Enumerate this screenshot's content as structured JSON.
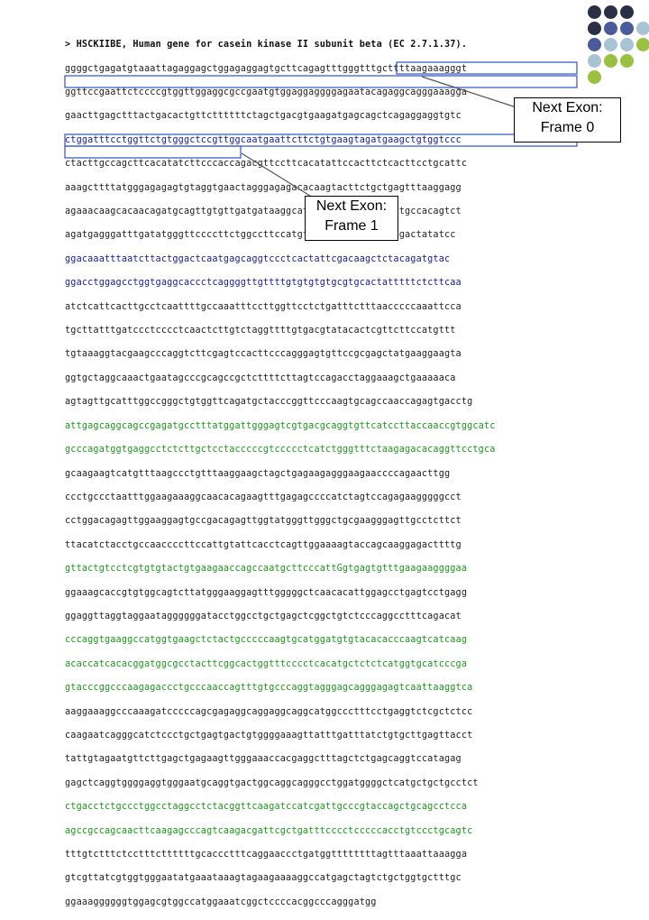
{
  "header": "> HSCKIIBE, Human gene for casein kinase II subunit beta (EC 2.7.1.37).",
  "sequence_lines": [
    "ggggctgagatgtaaattagaggagctggagaggagtgcttcagagtttgggtttgcttttaagaaagggt",
    "ggttccgaattctccccgtggttggaggcgccgaatgtggaggaggggagaatacagaggcagggaaagga",
    "gaacttgagctttactgacactgttcttttttctagctgacgtgaagatgagcagctcagaggaggtgtc",
    "ctggatttcctggttctgtgggctccgttggcaatgaattcttctgtgaagtagatgaagctgtggtccc",
    "ctacttgccagcttcacatatcttcccaccagacgttccttcacatattccacttctcacttcctgcattc",
    "aaagcttttatgggagagagtgtaggtgaactagggagagacacaagtacttctgctgagtttaaggagg",
    "agaaacaagcacaacagatgcagttgtgttgatgataaggcatcacttagagcaatttttgccacagtct",
    "agatgagggatttgatatgggttccccttctggccttccatgtcctgacaggtgatgaagactatatcc",
    "ggacaaatttaatcttactggactcaatgagcaggtccctcactattcgacaagctctacagatgtac",
    "ggacctggagcctggtgaggcaccctcaggggttgttttgtgtgtgtgcgtgcactatttttctcttcaa",
    "atctcattcacttgcctcaattttgccaaatttccttggttcctctgatttctttaacccccaaattcca",
    "tgcttatttgatccctcccctcaactcttgtctaggttttgtgacgtatacactcgttcttccatgttt",
    "tgtaaaggtacgaagcccaggtcttcgagtccacttcccagggagtgttccgcgagctatgaaggaagta",
    "ggtgctaggcaaactgaatagcccgcagccgctcttttcttagtccagacctaggaaagctgaaaaaca",
    "agtagttgcatttggccgggctgtggttcagatgctacccggttcccaagtgcagccaaccagagtgacctg",
    "attgagcaggcagccgagatgcctttatggattgggagtcgtgacgcaggtgttcatccttaccaaccgtggcatc",
    "gcccagatggtgaggcctctcttgctcctacccccgtccccctcatctgggtttctaagagacacaggttcctgca",
    "gcaagaagtcatgtttaagccctgtttaaggaagctagctgagaagagggaagaaccccagaacttgg",
    "ccctgccctaatttggaagaaaggcaacacagaagtttgagagccccatctagtccagagaagggggcct",
    "cctggacagagttggaaggagtgccgacagagttggtatgggttgggctgcgaagggagttgcctcttct",
    "ttacatctacctgccaaccccttccattgtattcacctcagttggaaaagtaccagcaaggagacttttg",
    "gttactgtcctcgtgtgtactgtgaagaaccagccaatgcttcccattGgtgagtgtttgaagaaggggaa",
    "ggaaagcaccgtgtggcagtcttatgggaaggagtttgggggctcaacacattggagcctgagtcctgagg",
    "ggaggttaggtaggaataggggggatacctggcctgctgagctcggctgtctcccaggcctttcagacat",
    "cccaggtgaaggccatggtgaagctctactgcccccaagtgcatggatgtgtacacacccaagtcatcaag",
    "acaccatcacacggatggcgcctacttcggcactggtttcccctcacatgctctctcatggtgcatcccga",
    "gtacccggcccaagagaccctgcccaaccagtttgtgcccaggtagggagcagggagagtcaattaaggtca",
    "aaggaaaggcccaaagatcccccagcgagaggcaggaggcaggcatggccctttcctgaggtctcgctctcc",
    "caagaatcagggcatctccctgctgagtgactgtggggaaagttatttgatttatctgtgcttgagttacct",
    "tattgtagaatgttcttgagctgagaagttgggaaaccacgaggctttagctctgagcaggtccatagag",
    "gagctcaggtggggaggtgggaatgcaggtgactggcaggcagggcctggatggggctcatgctgctgcctct",
    "ctgacctctgccctggcctaggcctctacggttcaagatccatcgattgcccgtaccagctgcagcctcca",
    "agccgccagcaacttcaagagcccagtcaagacgattcgctgatttcccctcccccacctgtccctgcagtc",
    "tttgtctttctcctttcttttttgcaccctttcaggaaccctgatggttttttttagtttaaattaaagga",
    "gtcgttatcgtggtgggaatatgaaataaagtagaagaaaaggccatgagctagtctgctggtgctttgc",
    "ggaaaggggggtggagcgtggccatggaaatcggctccccacggcccagggatgg"
  ],
  "callouts": {
    "frame0_line1": "Next Exon:",
    "frame0_line2": "Frame 0",
    "frame1_line1": "Next Exon:",
    "frame1_line2": "Frame 1"
  },
  "colors": {
    "exon_text": "#1a9a1a",
    "box": "#2a54c8",
    "dot_dark": "#2b2f45",
    "dot_blue": "#4a5a9a",
    "dot_light": "#a8c4d4",
    "dot_green": "#9ac040"
  }
}
